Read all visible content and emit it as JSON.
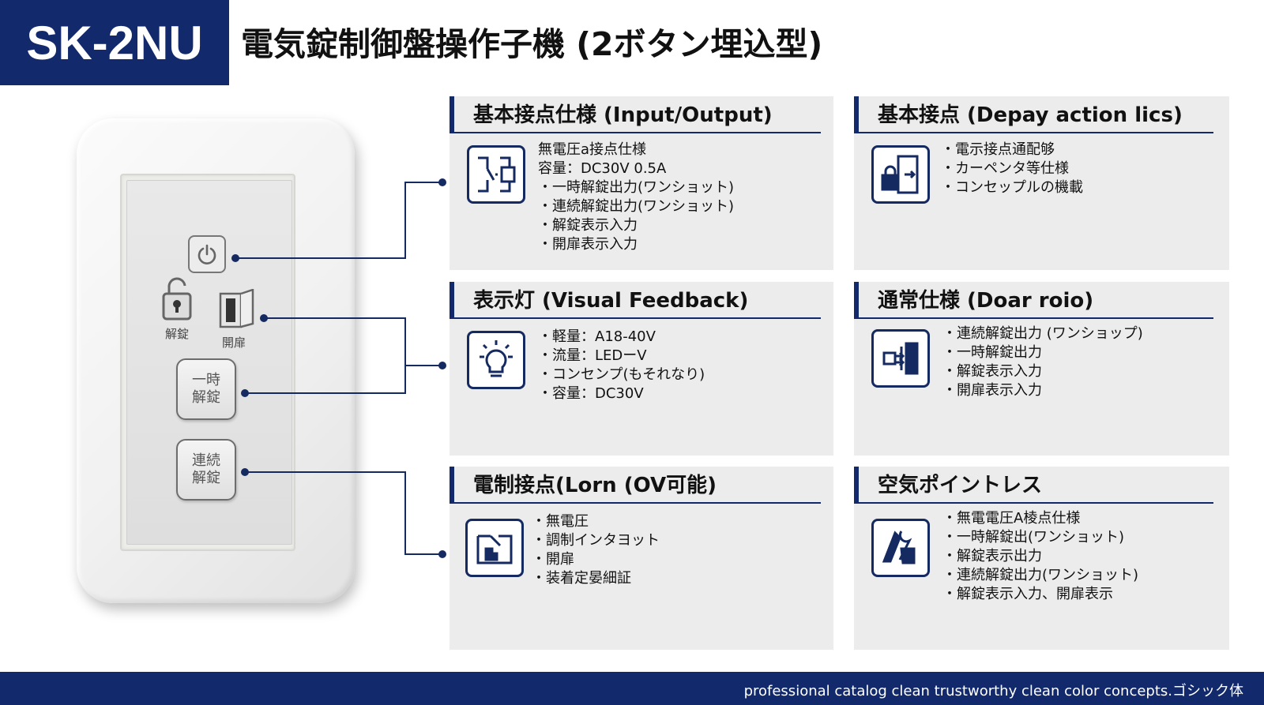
{
  "header": {
    "model": "SK-2NU",
    "title": "電気錠制御盤操作子機 (2ボタン埋込型)"
  },
  "device": {
    "unlock_label": "解錠",
    "door_label": "開扉",
    "button_temp": "一時\n解錠",
    "button_cont": "連続\n解錠"
  },
  "cards": [
    {
      "title": "基本接点仕様 (Input/Output)",
      "icon": "relay-contact-icon",
      "lines": [
        "無電圧a接点仕様",
        "容量：DC30V 0.5A",
        "・一時解錠出力(ワンショット)",
        "・連続解錠出力(ワンショット)",
        "・解錠表示入力",
        "・開扉表示入力"
      ]
    },
    {
      "title": "基本接点 (Depay action lics)",
      "icon": "lock-door-icon",
      "lines": [
        "・電示接点通配够",
        "・カーペンタ等仕様",
        "・コンセップルの機載"
      ]
    },
    {
      "title": "表示灯 (Visual Feedback)",
      "icon": "light-bulb-icon",
      "lines": [
        "・軽量：A18-40V",
        "・流量：LEDーV",
        "・コンセンプ(もそれなり)",
        "・容量：DC30V"
      ]
    },
    {
      "title": "通常仕様 (Doar roio)",
      "icon": "door-signal-icon",
      "lines": [
        "・連続解錠出力 (ワンショップ)",
        "・一時解錠出力",
        "・解錠表示入力",
        "・開扉表示入力"
      ]
    },
    {
      "title": "電制接点(Lorn (OV可能)",
      "icon": "switch-hand-icon",
      "lines": [
        "・無電圧",
        "・調制インタヨット",
        "・開扉",
        "・装着定晏細証"
      ]
    },
    {
      "title": "空気ポイントレス",
      "icon": "tools-hand-icon",
      "lines": [
        "・無電電圧A棱点仕様",
        "・一時解錠出(ワンショット)",
        "・解錠表示出力",
        "・連続解錠出力(ワンショット)",
        "・解錠表示入力、開扉表示"
      ]
    }
  ],
  "footer": {
    "text": "professional catalog clean trustworthy clean color concepts.ゴシック体"
  },
  "colors": {
    "brand_navy": "#12296b",
    "card_bg": "#ececec"
  }
}
